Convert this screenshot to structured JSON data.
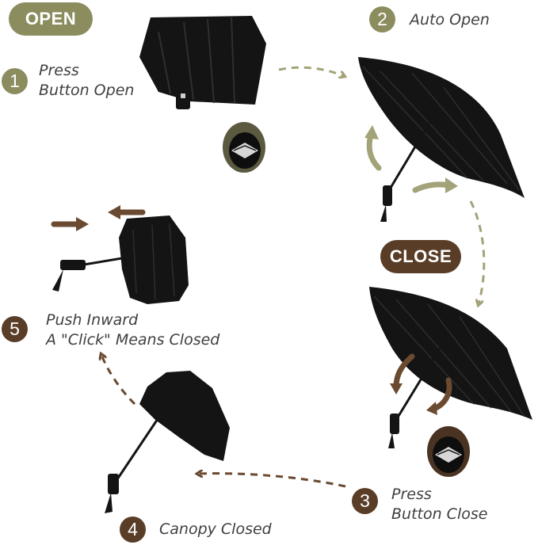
{
  "colors": {
    "olive": "#8b8d5f",
    "brown": "#5a3d26",
    "olive_arrow": "#a3a278",
    "brown_arrow": "#6a4a30",
    "umbrella": "#141414",
    "text": "#3f3f3f"
  },
  "labels": {
    "open": "OPEN",
    "close": "CLOSE"
  },
  "steps": [
    {
      "number": "1",
      "line1": "Press",
      "line2": "Button Open"
    },
    {
      "number": "2",
      "line1": "Auto Open",
      "line2": ""
    },
    {
      "number": "3",
      "line1": "Press",
      "line2": "Button Close"
    },
    {
      "number": "4",
      "line1": "Canopy Closed",
      "line2": ""
    },
    {
      "number": "5",
      "line1": "Push Inward",
      "line2": "A \"Click\" Means Closed"
    }
  ],
  "icons": {
    "open_button": "button-diamond-icon",
    "close_button": "button-diamond-icon"
  }
}
